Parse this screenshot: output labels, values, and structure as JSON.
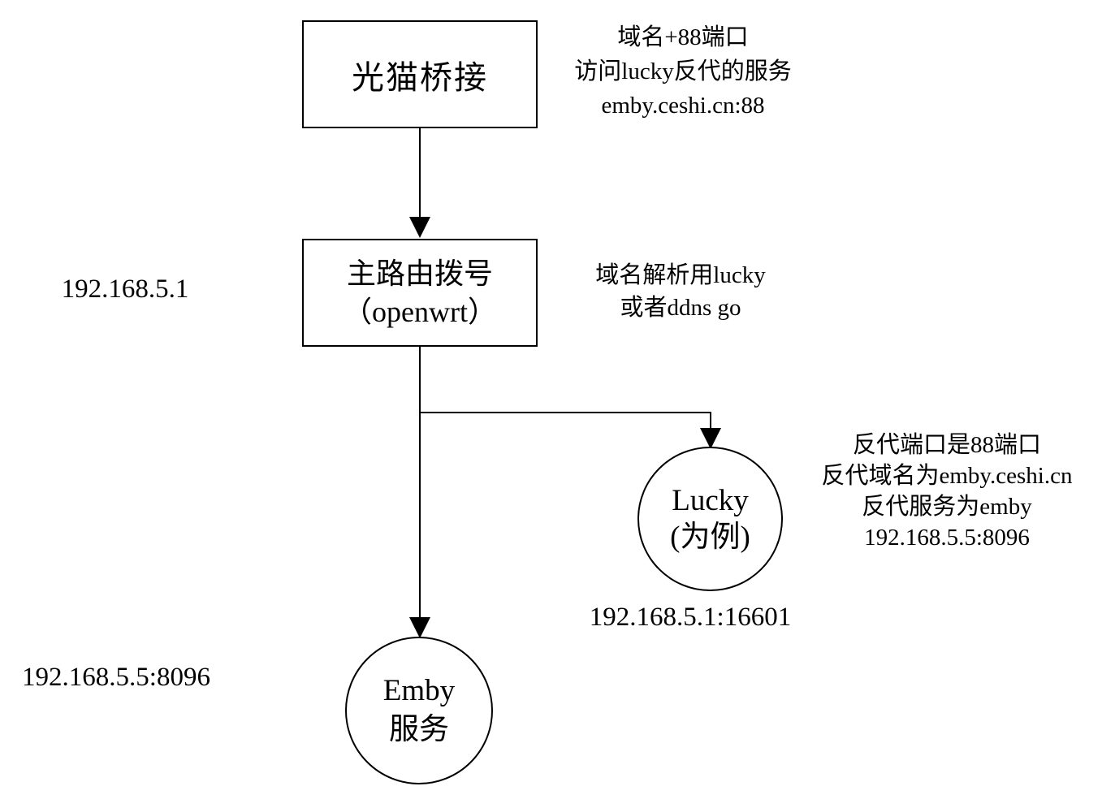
{
  "diagram": {
    "title": "lucky-reverse-proxy-network-topology",
    "background_color": "#ffffff",
    "line_color": "#000000",
    "nodes": {
      "modem": {
        "shape": "rectangle",
        "label": "光猫桥接"
      },
      "router": {
        "shape": "rectangle",
        "lines": [
          "主路由拨号",
          "（openwrt）"
        ]
      },
      "lucky": {
        "shape": "circle",
        "lines": [
          "Lucky",
          "(为例)"
        ]
      },
      "emby": {
        "shape": "circle",
        "lines": [
          "Emby",
          "服务"
        ]
      }
    },
    "labels": {
      "modem_note": {
        "lines": [
          "域名+88端口",
          "访问lucky反代的服务",
          "emby.ceshi.cn:88"
        ]
      },
      "router_ip": "192.168.5.1",
      "router_note": {
        "lines": [
          "域名解析用lucky",
          "或者ddns go"
        ]
      },
      "lucky_note": {
        "lines": [
          "反代端口是88端口",
          "反代域名为emby.ceshi.cn",
          "反代服务为emby",
          "192.168.5.5:8096"
        ]
      },
      "lucky_ip": "192.168.5.1:16601",
      "emby_ip": "192.168.5.5:8096"
    },
    "edges": [
      {
        "from": "modem",
        "to": "router",
        "style": "arrow"
      },
      {
        "from": "router",
        "to": "emby",
        "style": "arrow"
      },
      {
        "from": "router",
        "to": "lucky",
        "style": "arrow"
      }
    ]
  }
}
